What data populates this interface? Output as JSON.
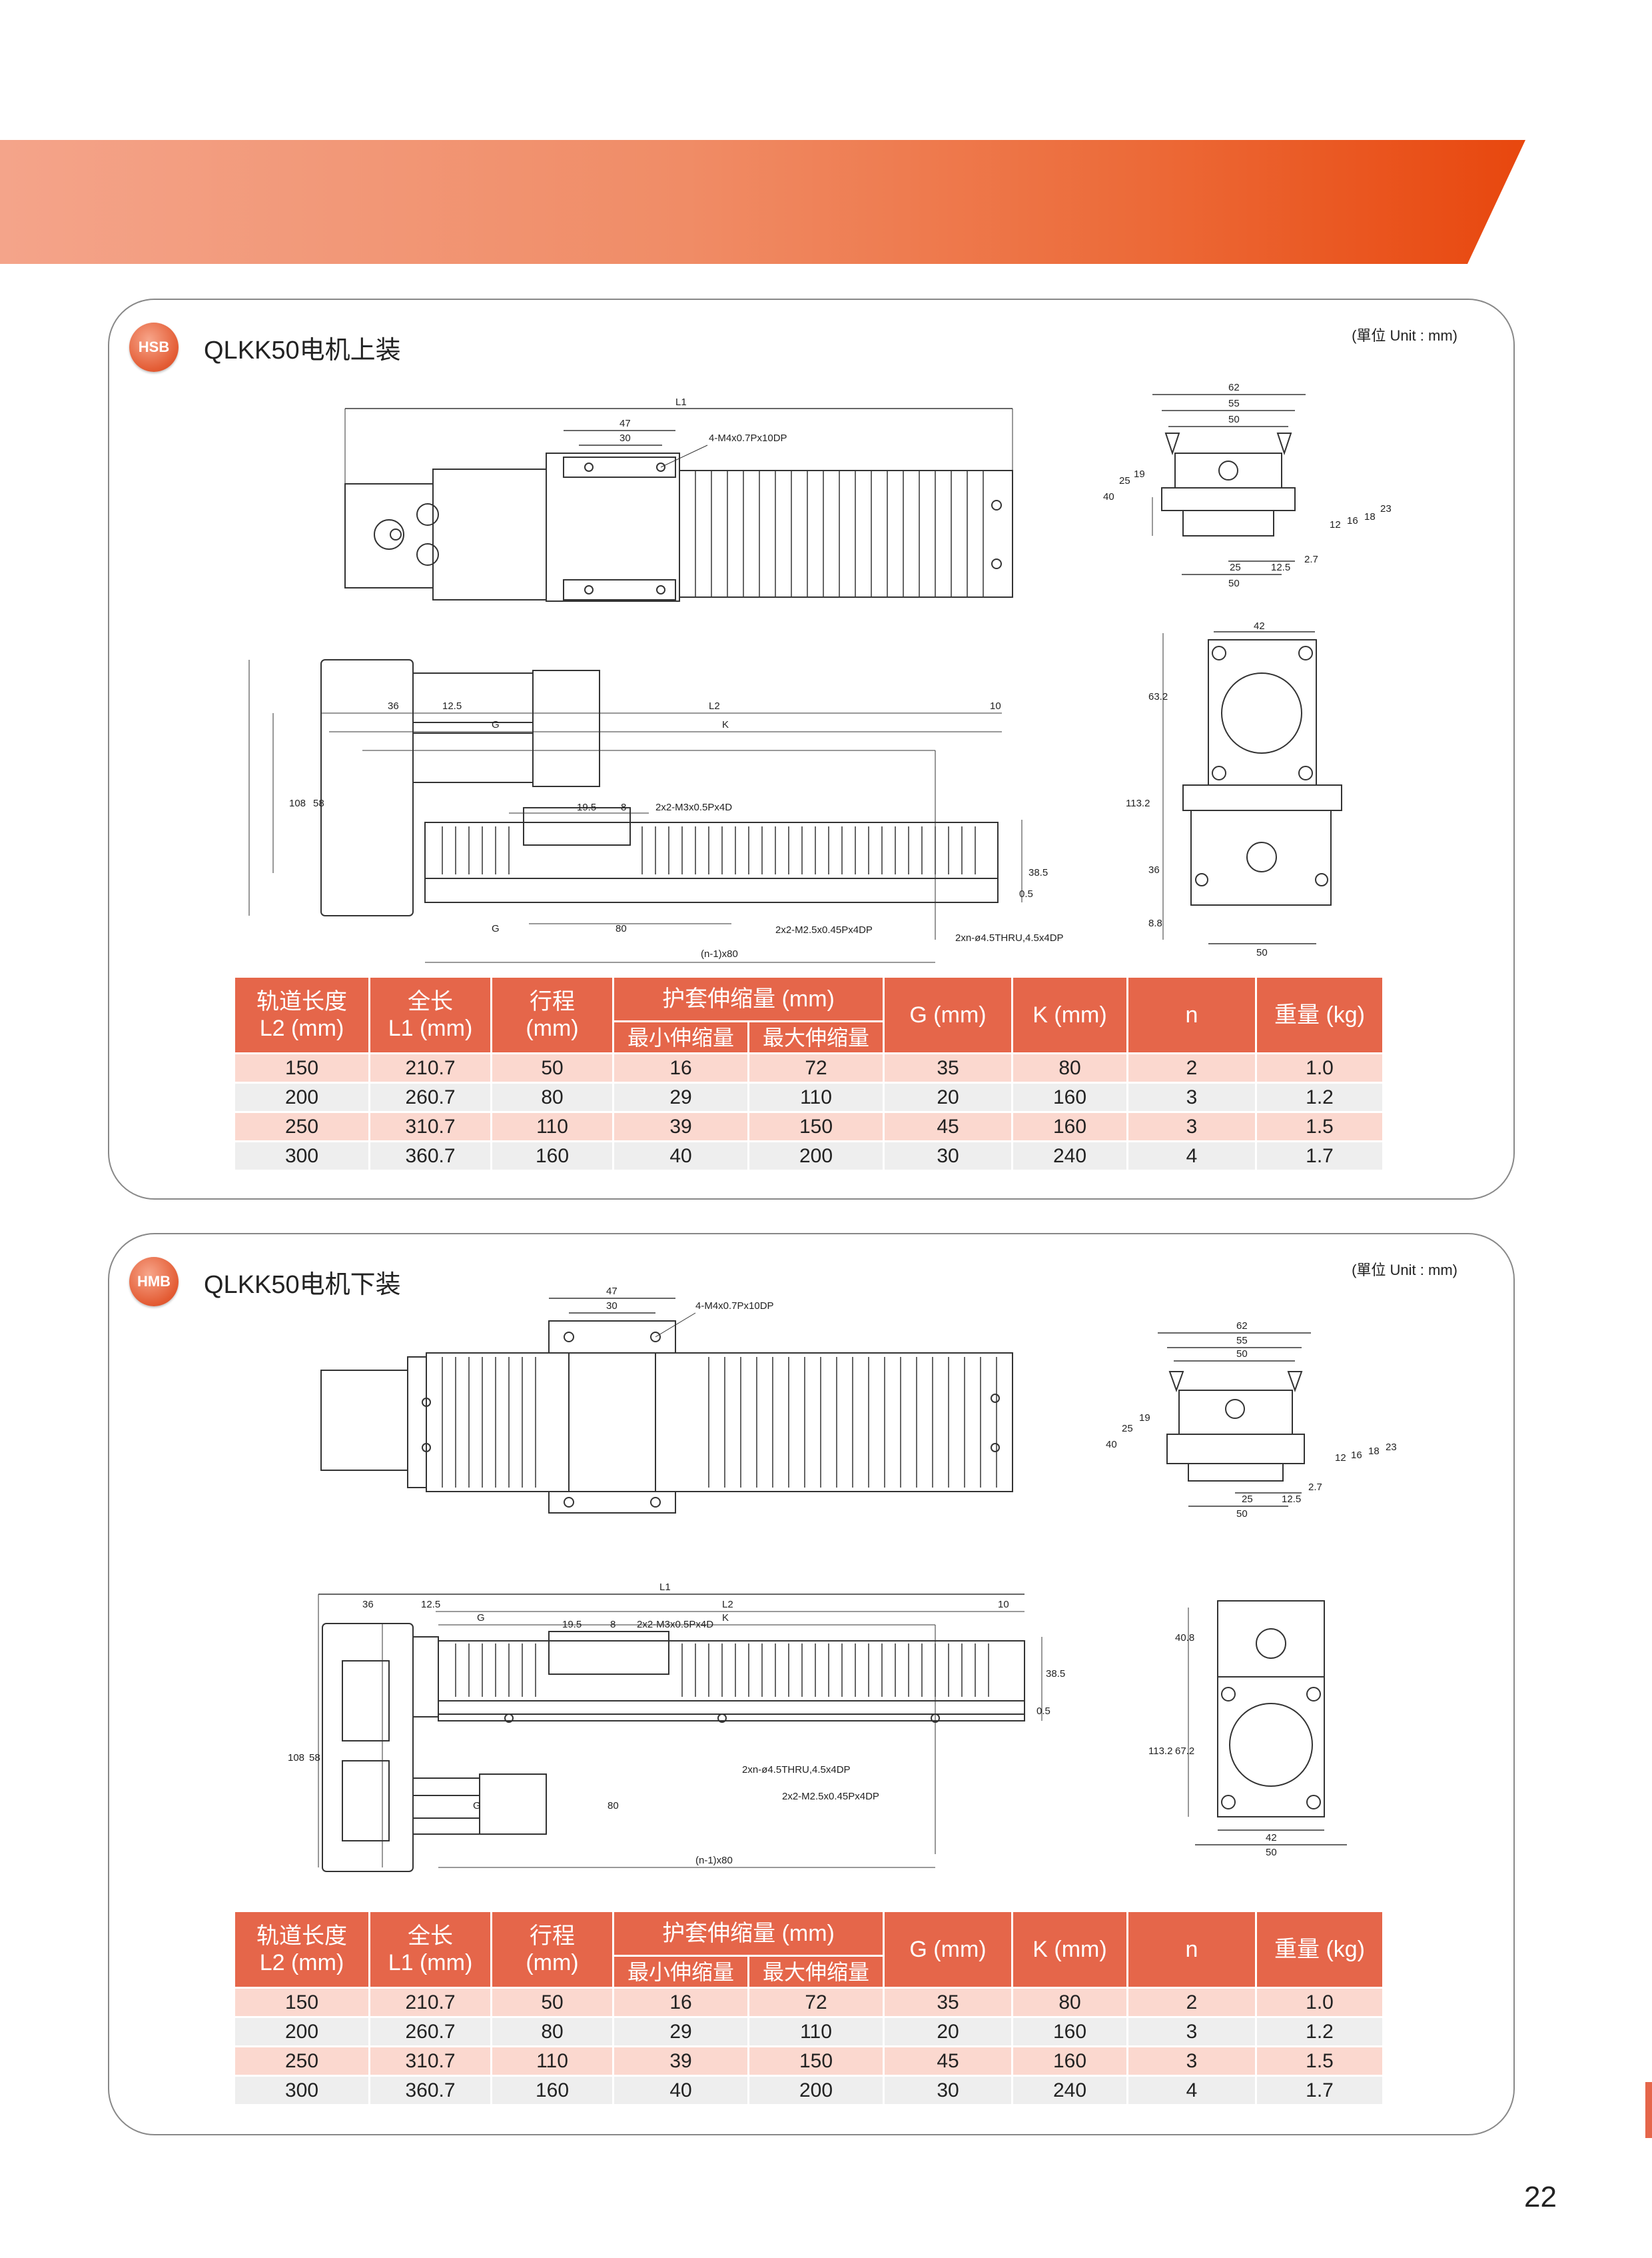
{
  "page_number": "22",
  "brand_color": "#e5664a",
  "unit_note": "(單位 Unit : mm)",
  "panels": [
    {
      "badge": "HSB",
      "title": "QLKK50电机上装",
      "dims": {
        "top": [
          "L1",
          "47",
          "30",
          "4-M4x0.7Px10DP"
        ],
        "front": [
          "62",
          "55",
          "50",
          "40",
          "25",
          "19",
          "23",
          "18",
          "16",
          "12",
          "2.7",
          "25",
          "12.5",
          "50"
        ],
        "side": [
          "36",
          "12.5",
          "L2",
          "10",
          "G",
          "K",
          "19.5",
          "8",
          "2x2-M3x0.5Px4D",
          "108",
          "58",
          "38.5",
          "0.5",
          "80",
          "G",
          "2x2-M2.5x0.45Px4DP",
          "2xn-ø4.5THRU,4.5x4DP",
          "(n-1)x80"
        ],
        "end": [
          "42",
          "63.2",
          "113.2",
          "36",
          "8.8",
          "50"
        ]
      }
    },
    {
      "badge": "HMB",
      "title": "QLKK50电机下装",
      "dims": {
        "top": [
          "47",
          "30",
          "4-M4x0.7Px10DP"
        ],
        "front": [
          "62",
          "55",
          "50",
          "40",
          "25",
          "19",
          "23",
          "18",
          "12",
          "16",
          "2.7",
          "25",
          "12.5",
          "50"
        ],
        "side": [
          "L1",
          "36",
          "12.5",
          "L2",
          "10",
          "G",
          "K",
          "19.5",
          "8",
          "2x2-M3x0.5Px4D",
          "38.5",
          "0.5",
          "108",
          "58",
          "2xn-ø4.5THRU,4.5x4DP",
          "2x2-M2.5x0.45Px4DP",
          "80",
          "G",
          "(n-1)x80"
        ],
        "end": [
          "40.8",
          "113.2",
          "67.2",
          "42",
          "50"
        ]
      }
    }
  ],
  "table": {
    "headers": {
      "rail_cn": "轨道长度",
      "rail_en": "L2 (mm)",
      "len_cn": "全长",
      "len_en": "L1 (mm)",
      "stroke_cn": "行程",
      "stroke_en": "(mm)",
      "bellows": "护套伸缩量 (mm)",
      "bellows_min": "最小伸缩量",
      "bellows_max": "最大伸缩量",
      "g": "G (mm)",
      "k": "K (mm)",
      "n": "n",
      "weight": "重量 (kg)"
    },
    "rows": [
      [
        "150",
        "210.7",
        "50",
        "16",
        "72",
        "35",
        "80",
        "2",
        "1.0"
      ],
      [
        "200",
        "260.7",
        "80",
        "29",
        "110",
        "20",
        "160",
        "3",
        "1.2"
      ],
      [
        "250",
        "310.7",
        "110",
        "39",
        "150",
        "45",
        "160",
        "3",
        "1.5"
      ],
      [
        "300",
        "360.7",
        "160",
        "40",
        "200",
        "30",
        "240",
        "4",
        "1.7"
      ]
    ]
  }
}
